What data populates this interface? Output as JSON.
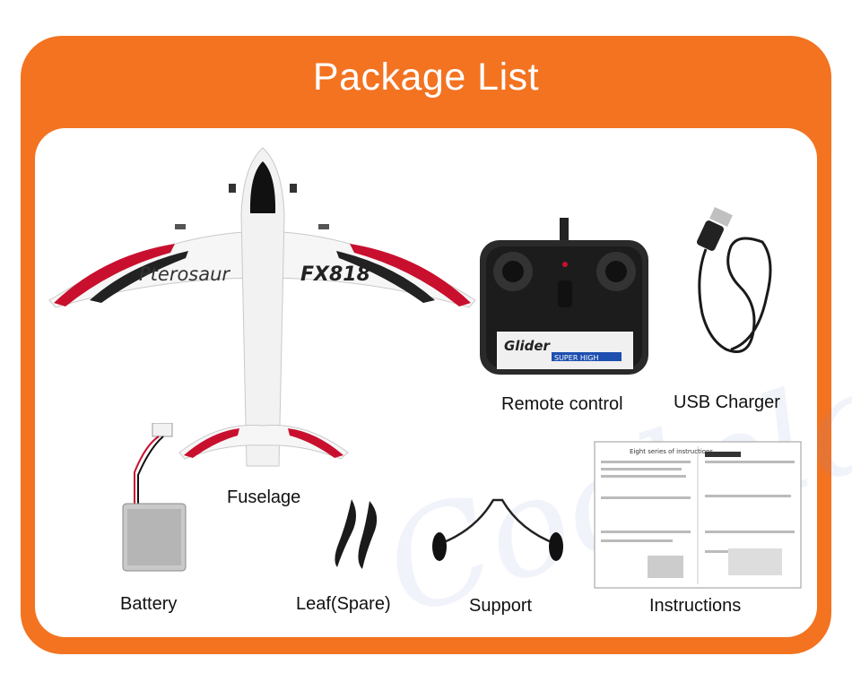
{
  "header": {
    "title": "Package List"
  },
  "items": {
    "fuselage": {
      "label": "Fuselage",
      "wing_text_left": "Pterosaur",
      "wing_text_right": "FX818"
    },
    "remote": {
      "label": "Remote control",
      "plate_brand": "Glider",
      "plate_sub": "SUPER HIGH"
    },
    "usb": {
      "label": "USB Charger"
    },
    "battery": {
      "label": "Battery"
    },
    "leaf": {
      "label": "Leaf(Spare)"
    },
    "support": {
      "label": "Support"
    },
    "instructions": {
      "label": "Instructions",
      "doc_title": "Eight series of instructions"
    }
  },
  "watermark": {
    "text": "Coolplay"
  },
  "colors": {
    "frame": "#f37321",
    "accent_red": "#c8102e",
    "dark": "#1a1a1a"
  }
}
